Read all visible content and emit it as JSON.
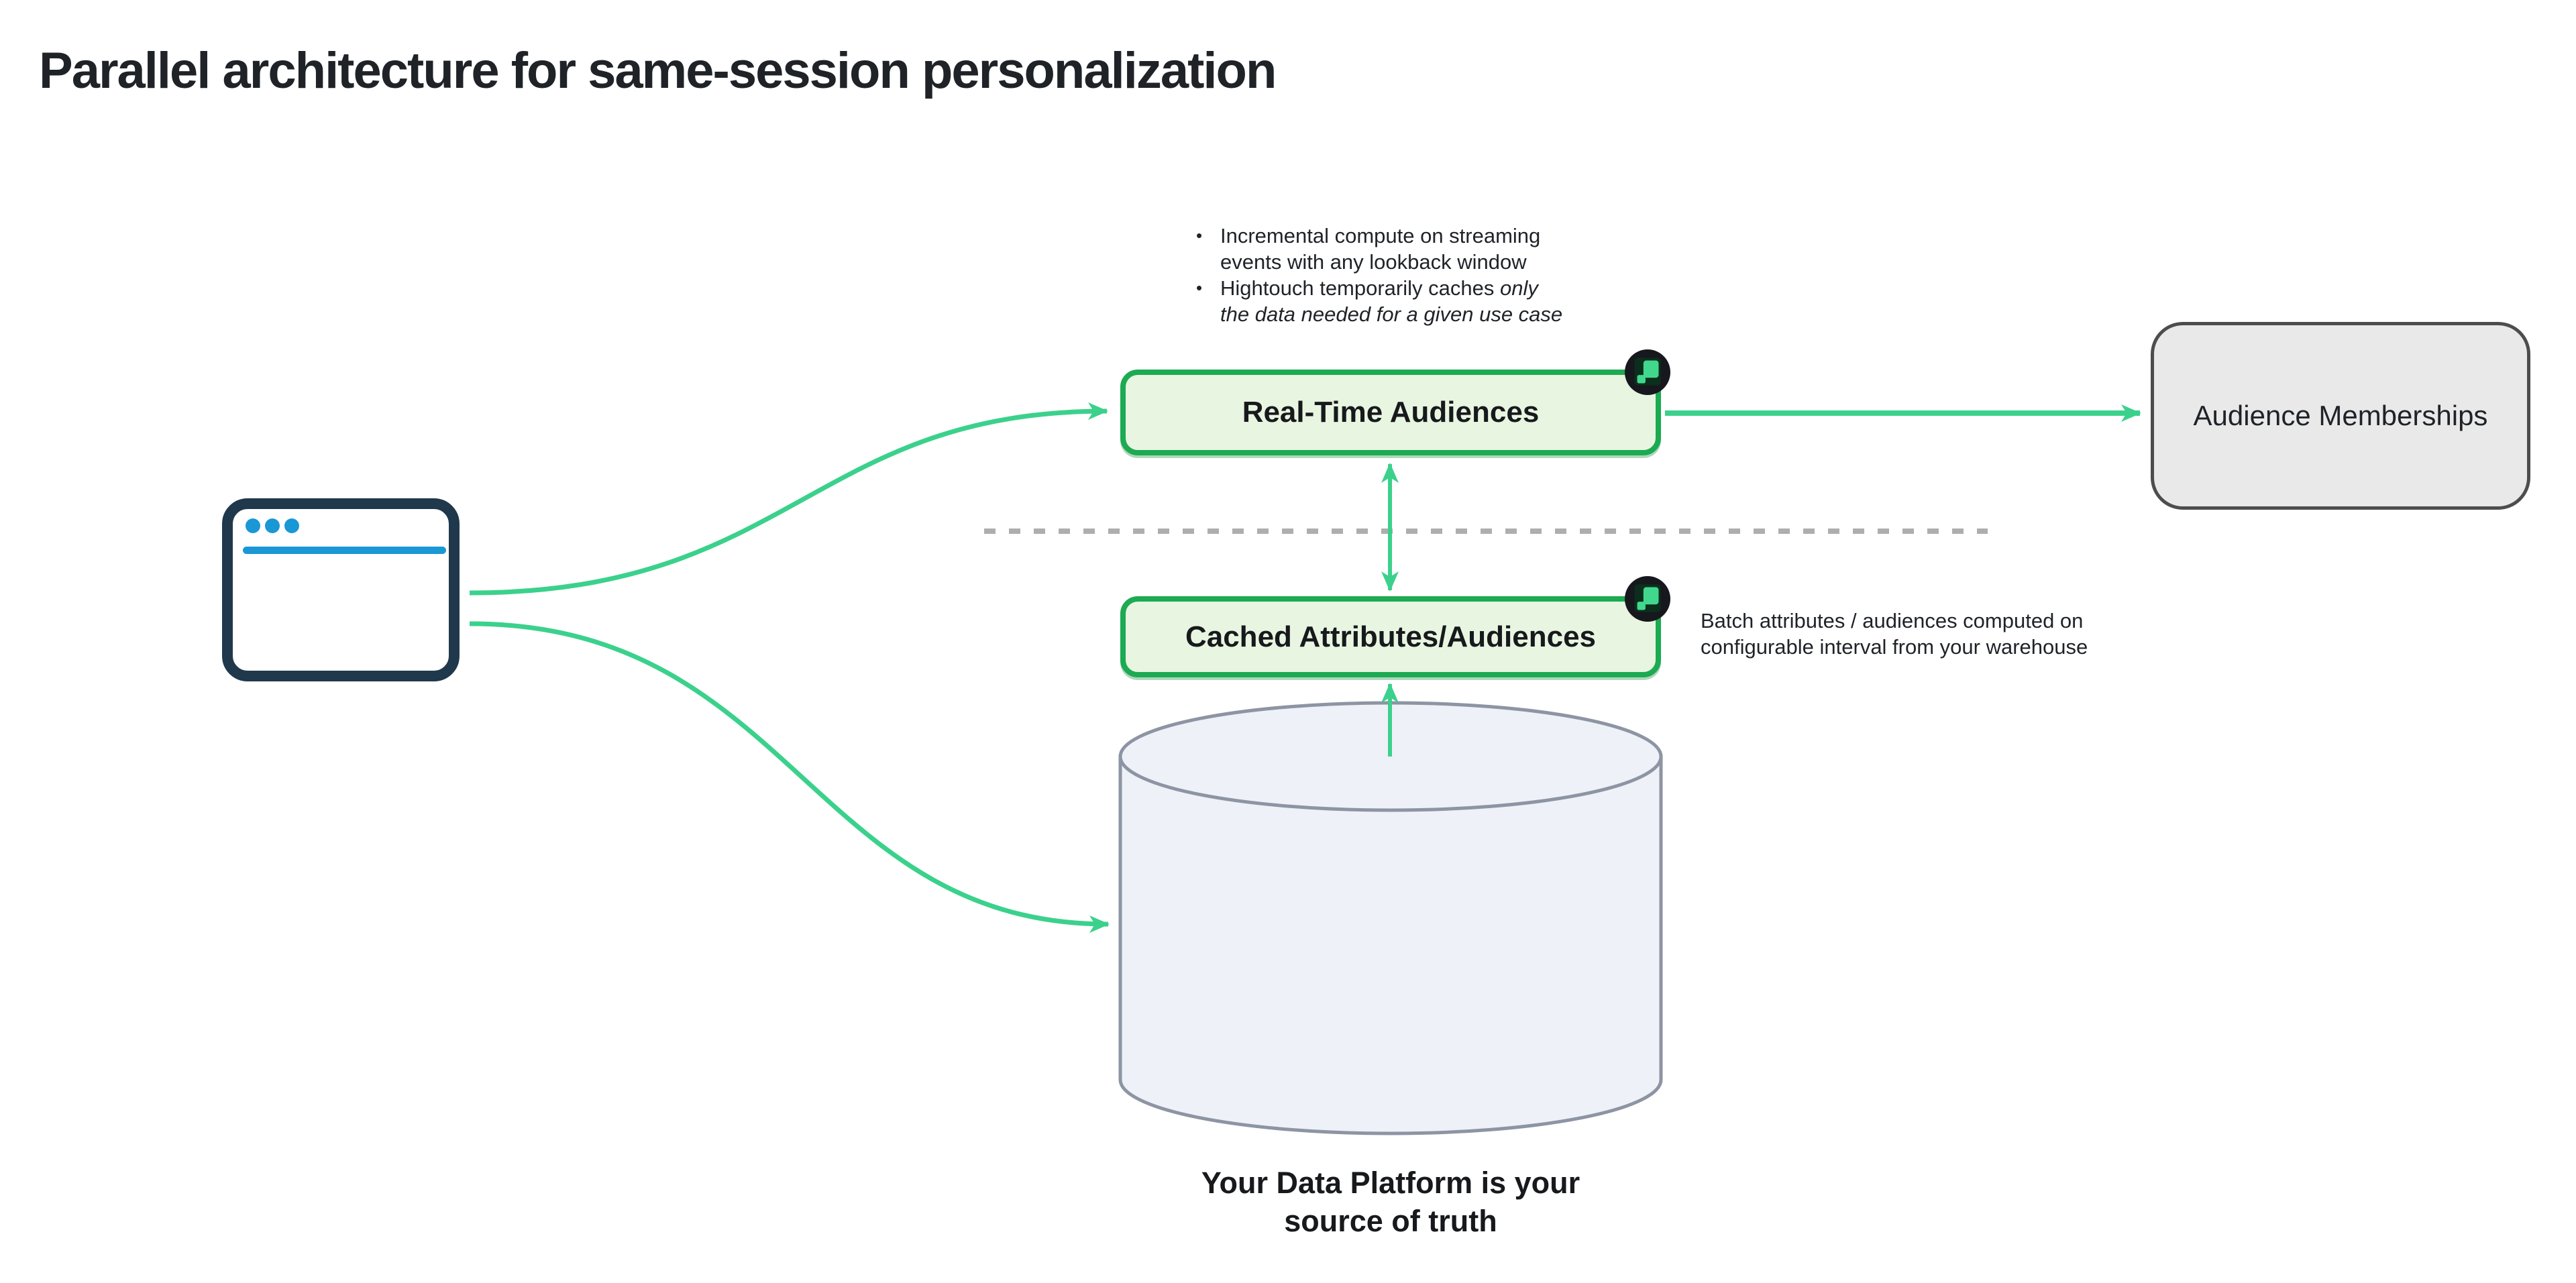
{
  "title": "Parallel architecture for same-session personalization",
  "colors": {
    "accent_green_border": "#1caa52",
    "green_box_fill": "#e8f5e1",
    "arrow_green": "#3bd18c",
    "neutral_box_fill": "#e9e9e9",
    "neutral_box_border": "#4d4d4d",
    "cylinder_fill": "#eef1f7",
    "cylinder_stroke": "#8d94a3",
    "browser_frame_navy": "#20384b",
    "browser_accent_blue": "#1a97d5",
    "badge_background": "#16181d",
    "badge_logo_green": "#41d88d",
    "dashed_divider_gray": "#aeaeae",
    "text": "#1f2328"
  },
  "notes": {
    "bullet_char": "•",
    "bullet1_line1": "Incremental compute on streaming",
    "bullet1_line2": "events with any lookback window",
    "bullet2_normal": "Hightouch temporarily caches ",
    "bullet2_italic_line1": "only",
    "bullet2_italic_line2": "the data needed for a given use case"
  },
  "boxes": {
    "realtime_label": "Real-Time Audiences",
    "cached_label": "Cached Attributes/Audiences",
    "memberships_label": "Audience Memberships"
  },
  "batch_note": {
    "line1": "Batch attributes / audiences computed on",
    "line2": "configurable interval from your warehouse"
  },
  "datastore": {
    "caption_line1": "Your Data Platform is your",
    "caption_line2": "source of truth"
  }
}
